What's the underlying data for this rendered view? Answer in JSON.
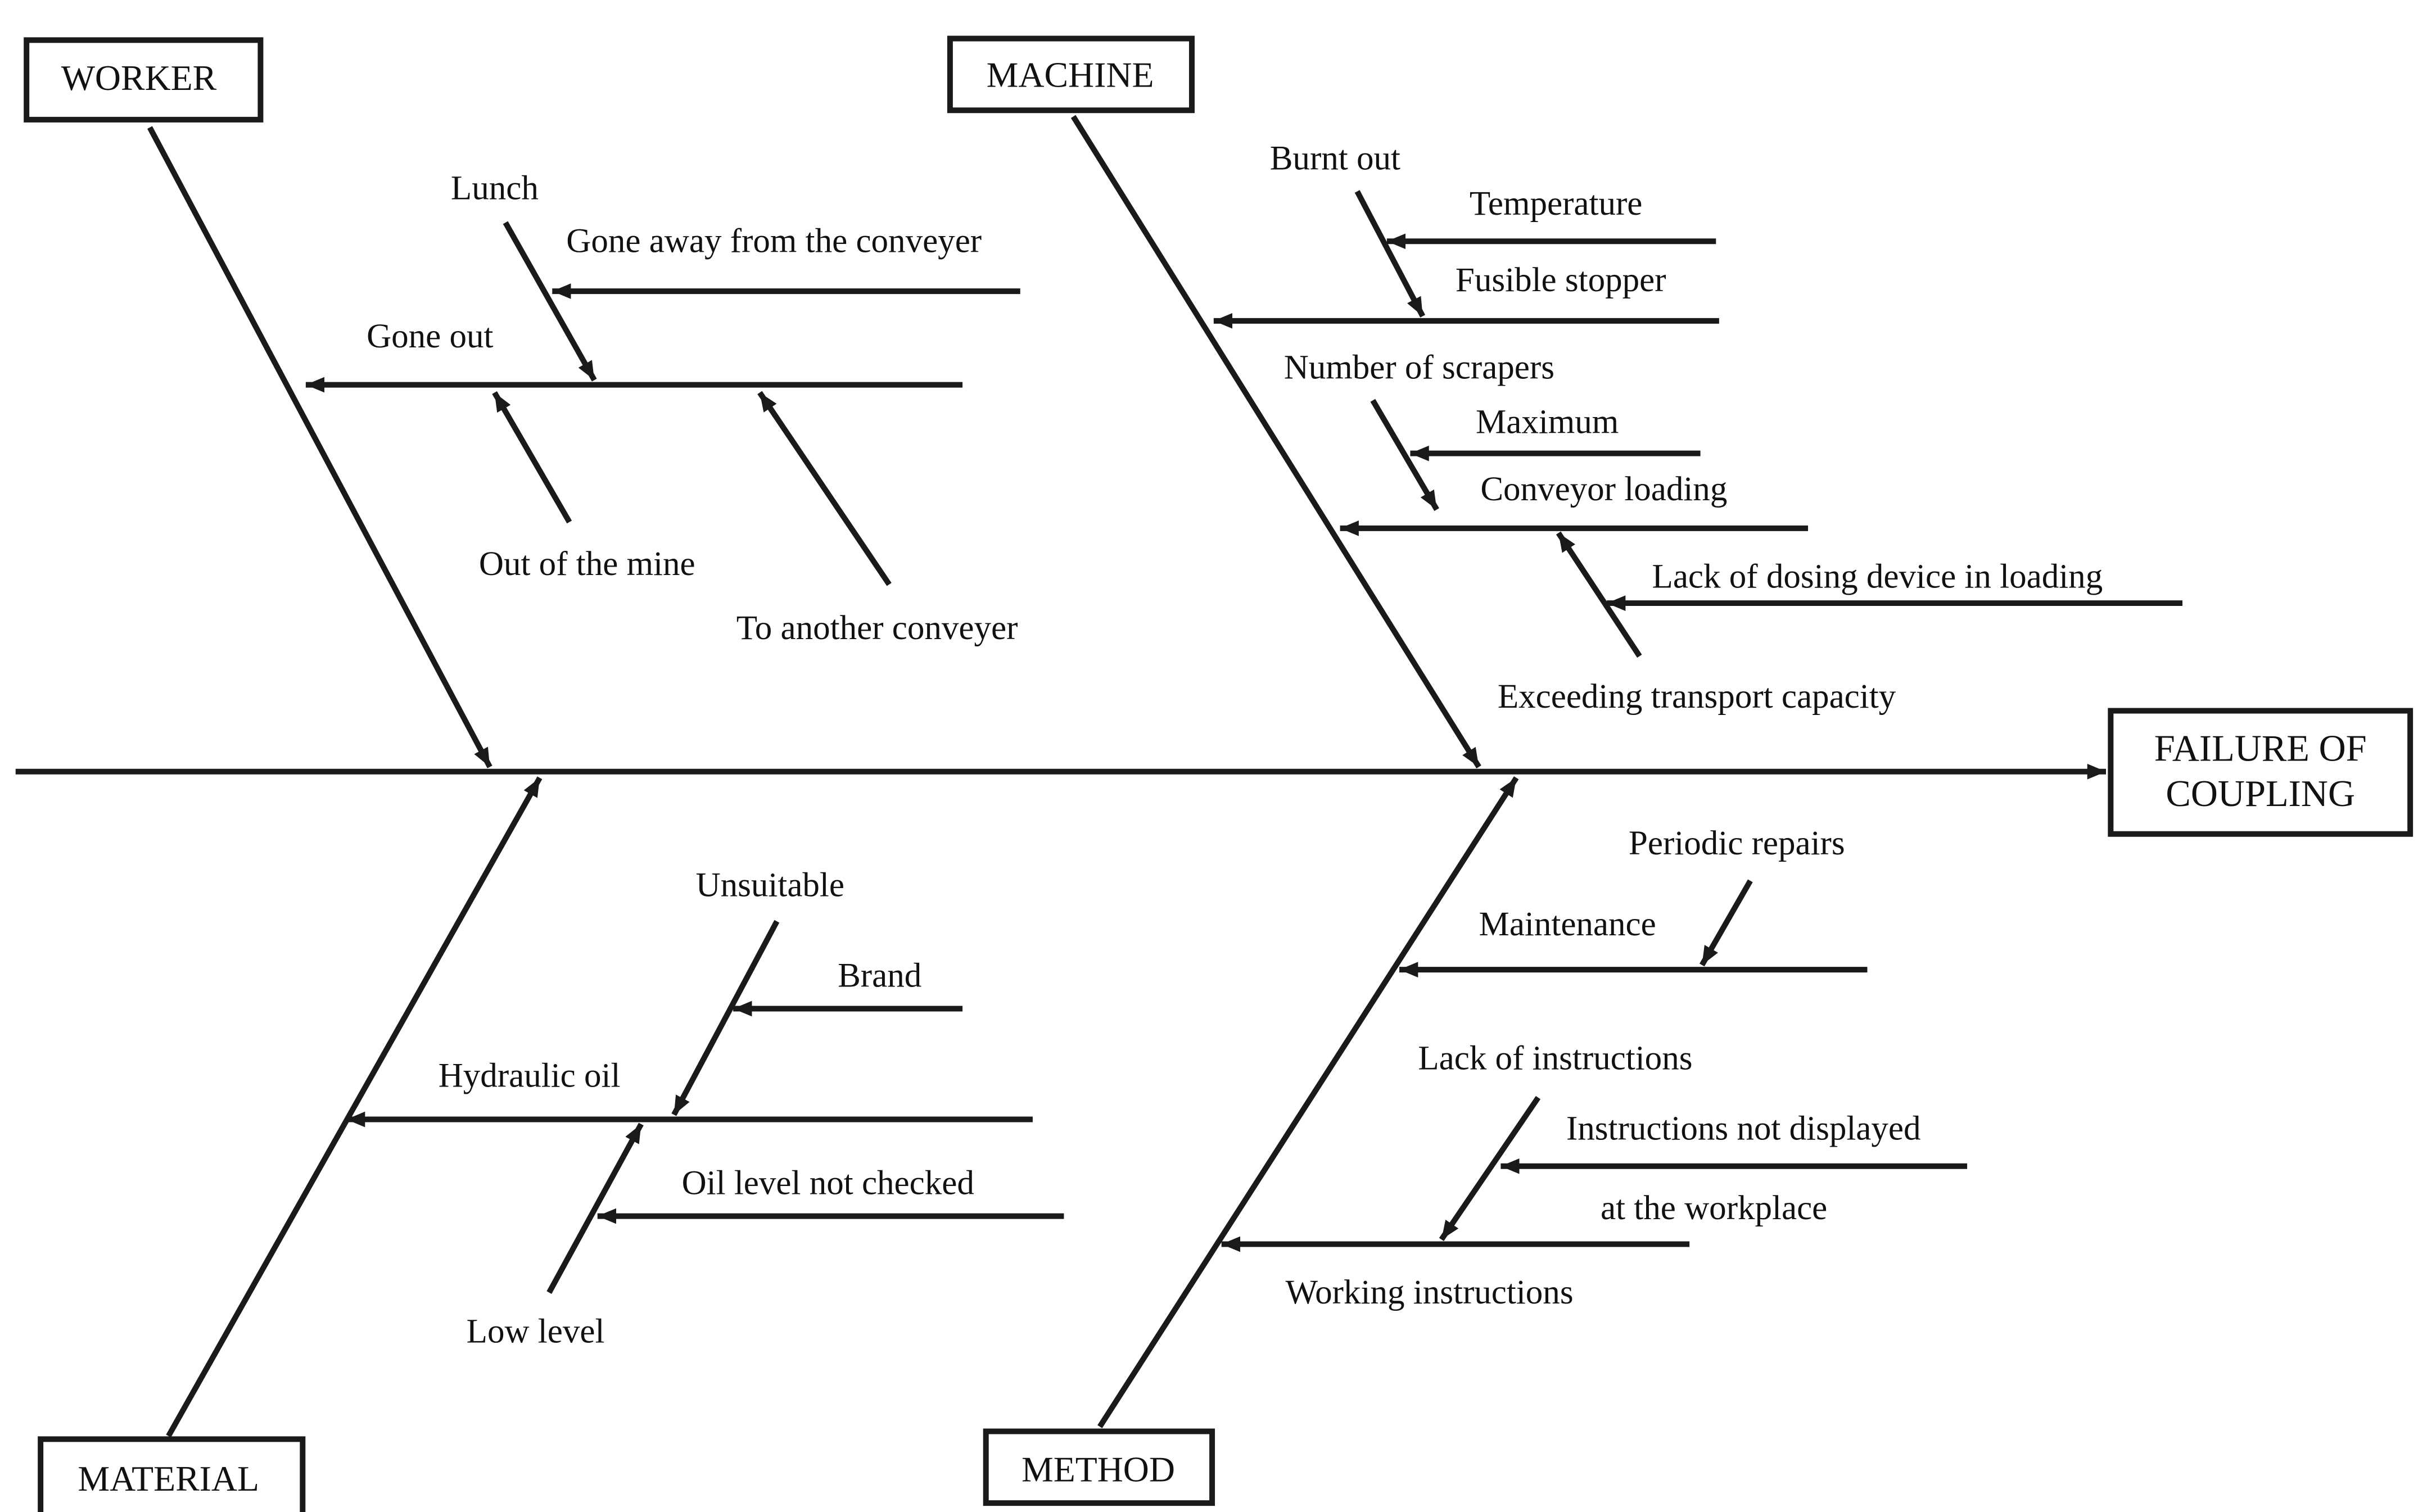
{
  "effect": {
    "line1": "FAILURE OF",
    "line2": "COUPLING"
  },
  "categories": {
    "worker": "WORKER",
    "machine": "MACHINE",
    "material": "MATERIAL",
    "method": "METHOD"
  },
  "causes": {
    "worker": {
      "gone_out": "Gone out",
      "lunch": "Lunch",
      "gone_away": "Gone away from the conveyer",
      "out_of_mine": "Out of the mine",
      "another_conveyer": "To another conveyer"
    },
    "machine": {
      "burnt_out": "Burnt out",
      "temperature": "Temperature",
      "fusible_stopper": "Fusible stopper",
      "number_of_scrapers": "Number of scrapers",
      "maximum": "Maximum",
      "conveyor_loading": "Conveyor loading",
      "lack_dosing": "Lack of dosing device in loading",
      "exceeding_capacity": "Exceeding transport capacity"
    },
    "material": {
      "unsuitable": "Unsuitable",
      "brand": "Brand",
      "hydraulic_oil": "Hydraulic oil",
      "oil_level_not_checked": "Oil level not checked",
      "low_level": "Low level"
    },
    "method": {
      "periodic_repairs": "Periodic repairs",
      "maintenance": "Maintenance",
      "lack_of_instructions": "Lack of instructions",
      "instructions_not_displayed": "Instructions not displayed",
      "at_workplace": "at the workplace",
      "working_instructions": "Working instructions"
    }
  }
}
